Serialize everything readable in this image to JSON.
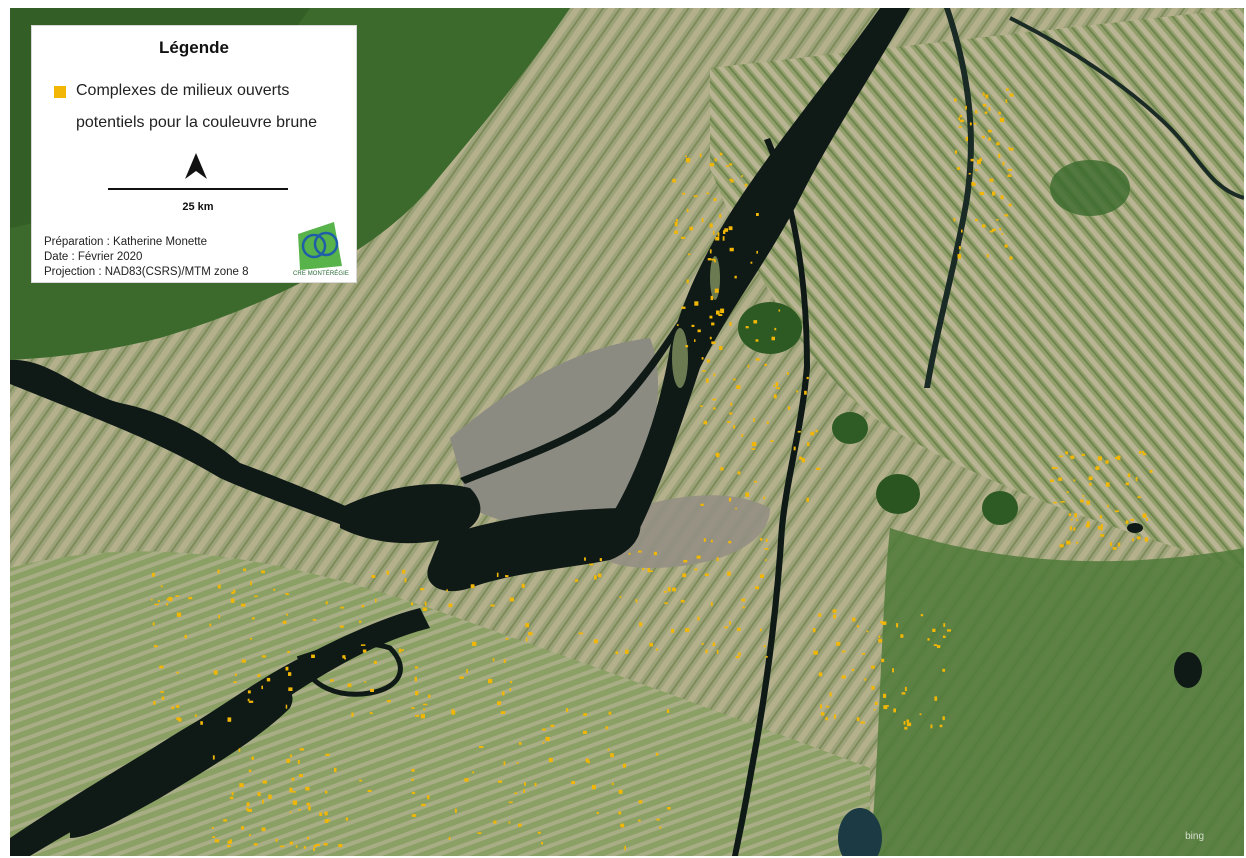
{
  "legend": {
    "title": "Légende",
    "item_line1": "Complexes de milieux ouverts",
    "item_line2": "potentiels pour la couleuvre brune",
    "item_color": "#f2b705",
    "north_arrow_icon": "north-arrow-icon",
    "scale_label": "25 km",
    "preparation": "Préparation : Katherine Monette",
    "date": "Date : Février 2020",
    "projection": "Projection : NAD83(CSRS)/MTM  zone 8",
    "logo_text": "CRE MONTÉRÉGIE"
  },
  "map": {
    "basemap_logo_text": "bing",
    "colors": {
      "water": "#0f1a17",
      "forest": "#3f6a2e",
      "farmland": "#9a9f78",
      "urban": "#8a8a80",
      "habitat": "#f2b705"
    }
  }
}
